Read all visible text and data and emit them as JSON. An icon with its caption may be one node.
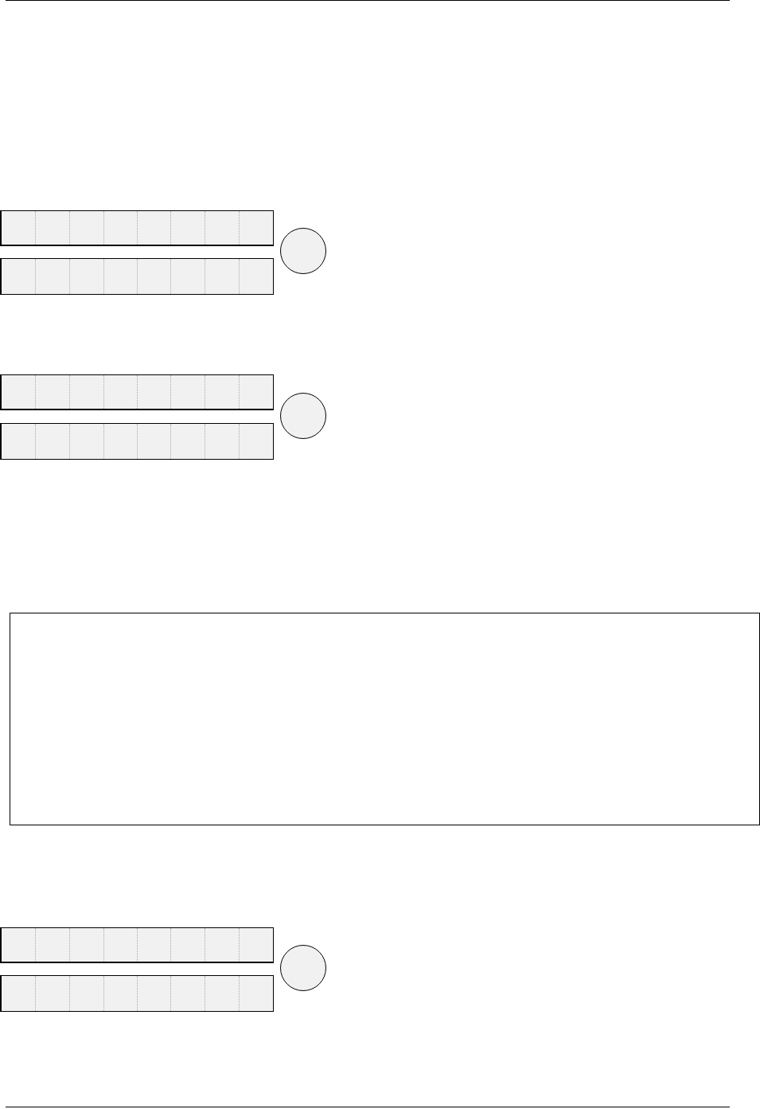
{
  "diagram": {
    "nodes": [
      {
        "text": [],
        "shape": "bar"
      },
      {
        "text": [],
        "shape": "circle"
      },
      {
        "text": [],
        "shape": "bar"
      },
      {
        "text": [],
        "shape": "bar"
      },
      {
        "text": [],
        "shape": "circle"
      },
      {
        "text": [],
        "shape": "bar"
      },
      {
        "text": [],
        "shape": "box"
      },
      {
        "text": [],
        "shape": "bar"
      },
      {
        "text": [],
        "shape": "circle"
      },
      {
        "text": [],
        "shape": "bar"
      }
    ]
  }
}
